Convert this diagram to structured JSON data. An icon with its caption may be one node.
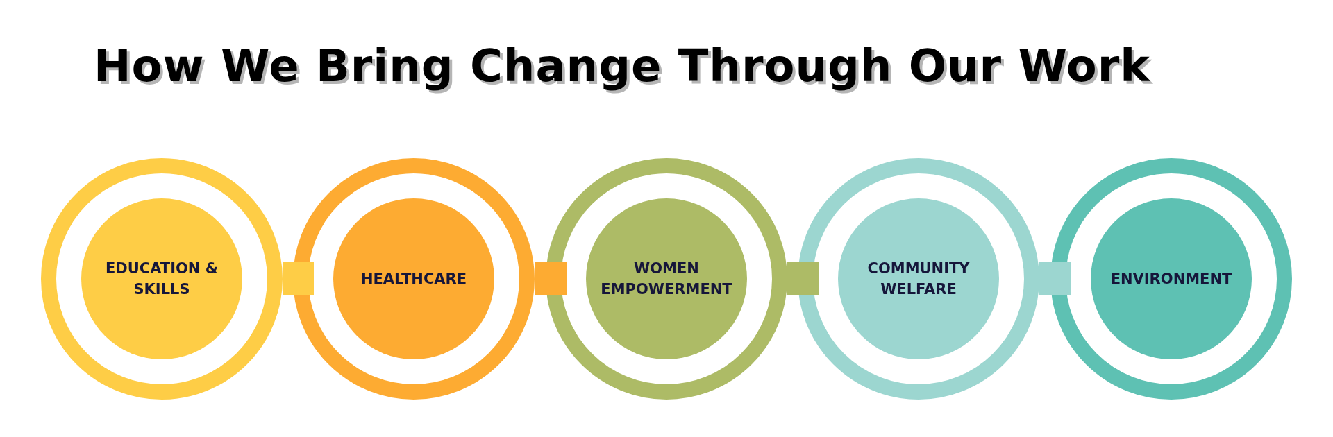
{
  "diagram": {
    "title": "How We Bring Change Through Our Work",
    "nodes": [
      {
        "text": [
          "EDUCATION & SKILLS"
        ]
      },
      {
        "text": [
          "HEALTHCARE"
        ]
      },
      {
        "text": [
          "WOMEN EMPOWERMENT"
        ]
      },
      {
        "text": [
          "COMMUNITY WELFARE"
        ]
      },
      {
        "text": [
          "ENVIRONMENT"
        ]
      }
    ],
    "edges": [
      {
        "from": 0,
        "to": 1,
        "arrow": "none",
        "color": "#fecd46"
      },
      {
        "from": 1,
        "to": 2,
        "arrow": "none",
        "color": "#fdab32"
      },
      {
        "from": 2,
        "to": 3,
        "arrow": "none",
        "color": "#adbb66"
      },
      {
        "from": 3,
        "to": 4,
        "arrow": "none",
        "color": "#9cd6d0"
      }
    ]
  }
}
